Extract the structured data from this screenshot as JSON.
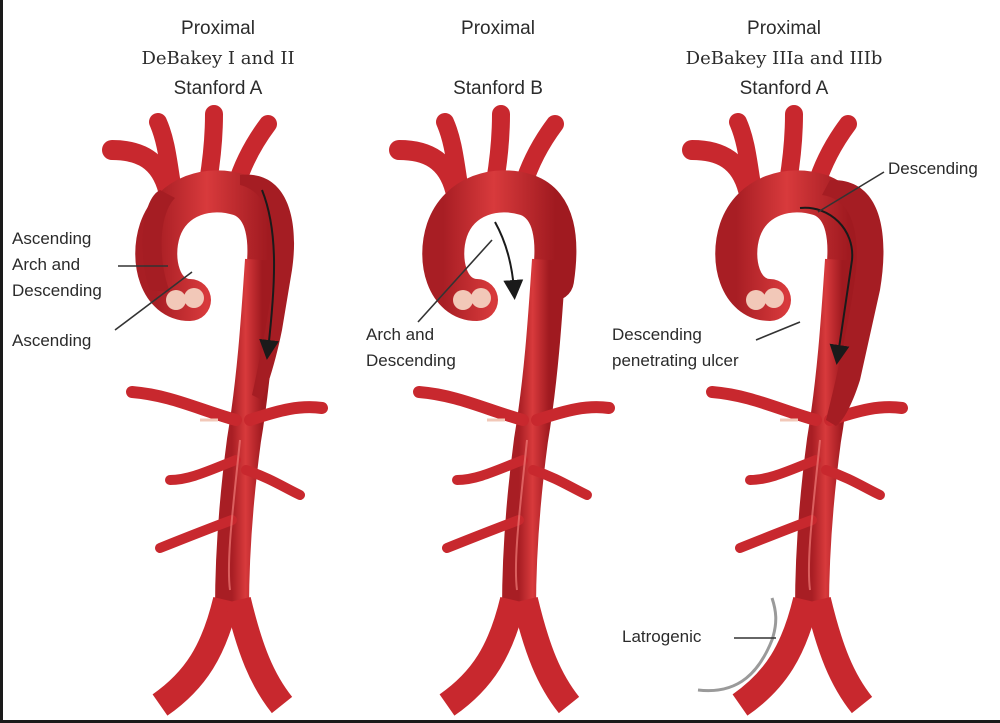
{
  "panels": [
    {
      "heading": [
        "Proximal",
        "DeBakey I and II",
        "Stanford A"
      ],
      "labels": [
        "Ascending\nArch and\nDescending",
        "Ascending"
      ]
    },
    {
      "heading": [
        "Proximal",
        "",
        "Stanford B"
      ],
      "labels": [
        "Arch and\nDescending"
      ]
    },
    {
      "heading": [
        "Proximal",
        "DeBakey IIIa and IIIb",
        "Stanford A"
      ],
      "labels": [
        "Descending",
        "Descending\npenetrating ulcer",
        "Latrogenic"
      ]
    }
  ],
  "colors": {
    "aorta": "#c8282e",
    "aorta_dark": "#9c1a20",
    "false_lumen": "#a01c22",
    "highlight": "#f07a78",
    "flap": "#f2c8b8",
    "text": "#2b2b2b",
    "leader": "#333333"
  }
}
